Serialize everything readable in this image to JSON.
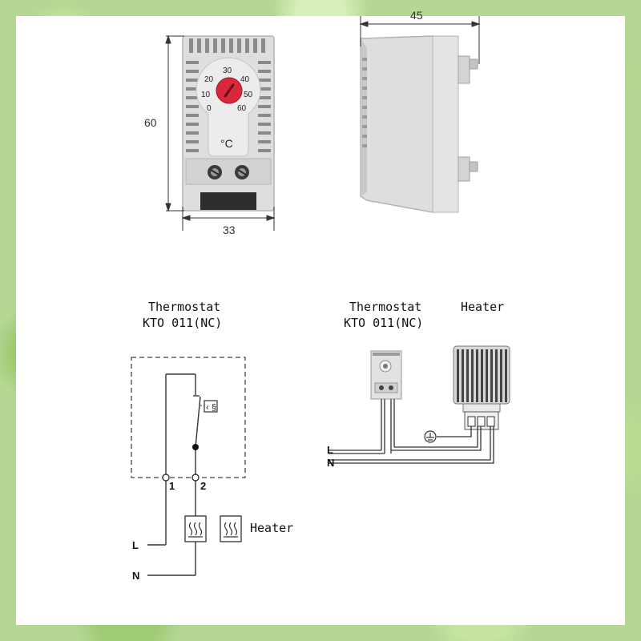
{
  "dimensions": {
    "height": "60",
    "width": "33",
    "depth": "45"
  },
  "dial": {
    "scale": [
      "0",
      "10",
      "20",
      "30",
      "40",
      "50",
      "60"
    ],
    "unit": "°C"
  },
  "schematic_left": {
    "title_line1": "Thermostat",
    "title_line2": "KTO 011(NC)",
    "terminal_1": "1",
    "terminal_2": "2",
    "line_L": "L",
    "line_N": "N",
    "heater_label": "Heater"
  },
  "schematic_right": {
    "title_line1": "Thermostat",
    "title_line2": "KTO 011(NC)",
    "heater_title": "Heater",
    "line_L": "L",
    "line_N": "N"
  },
  "colors": {
    "knob": "#d8283c",
    "housing": "#dcdcdc",
    "wire": "#333333"
  }
}
